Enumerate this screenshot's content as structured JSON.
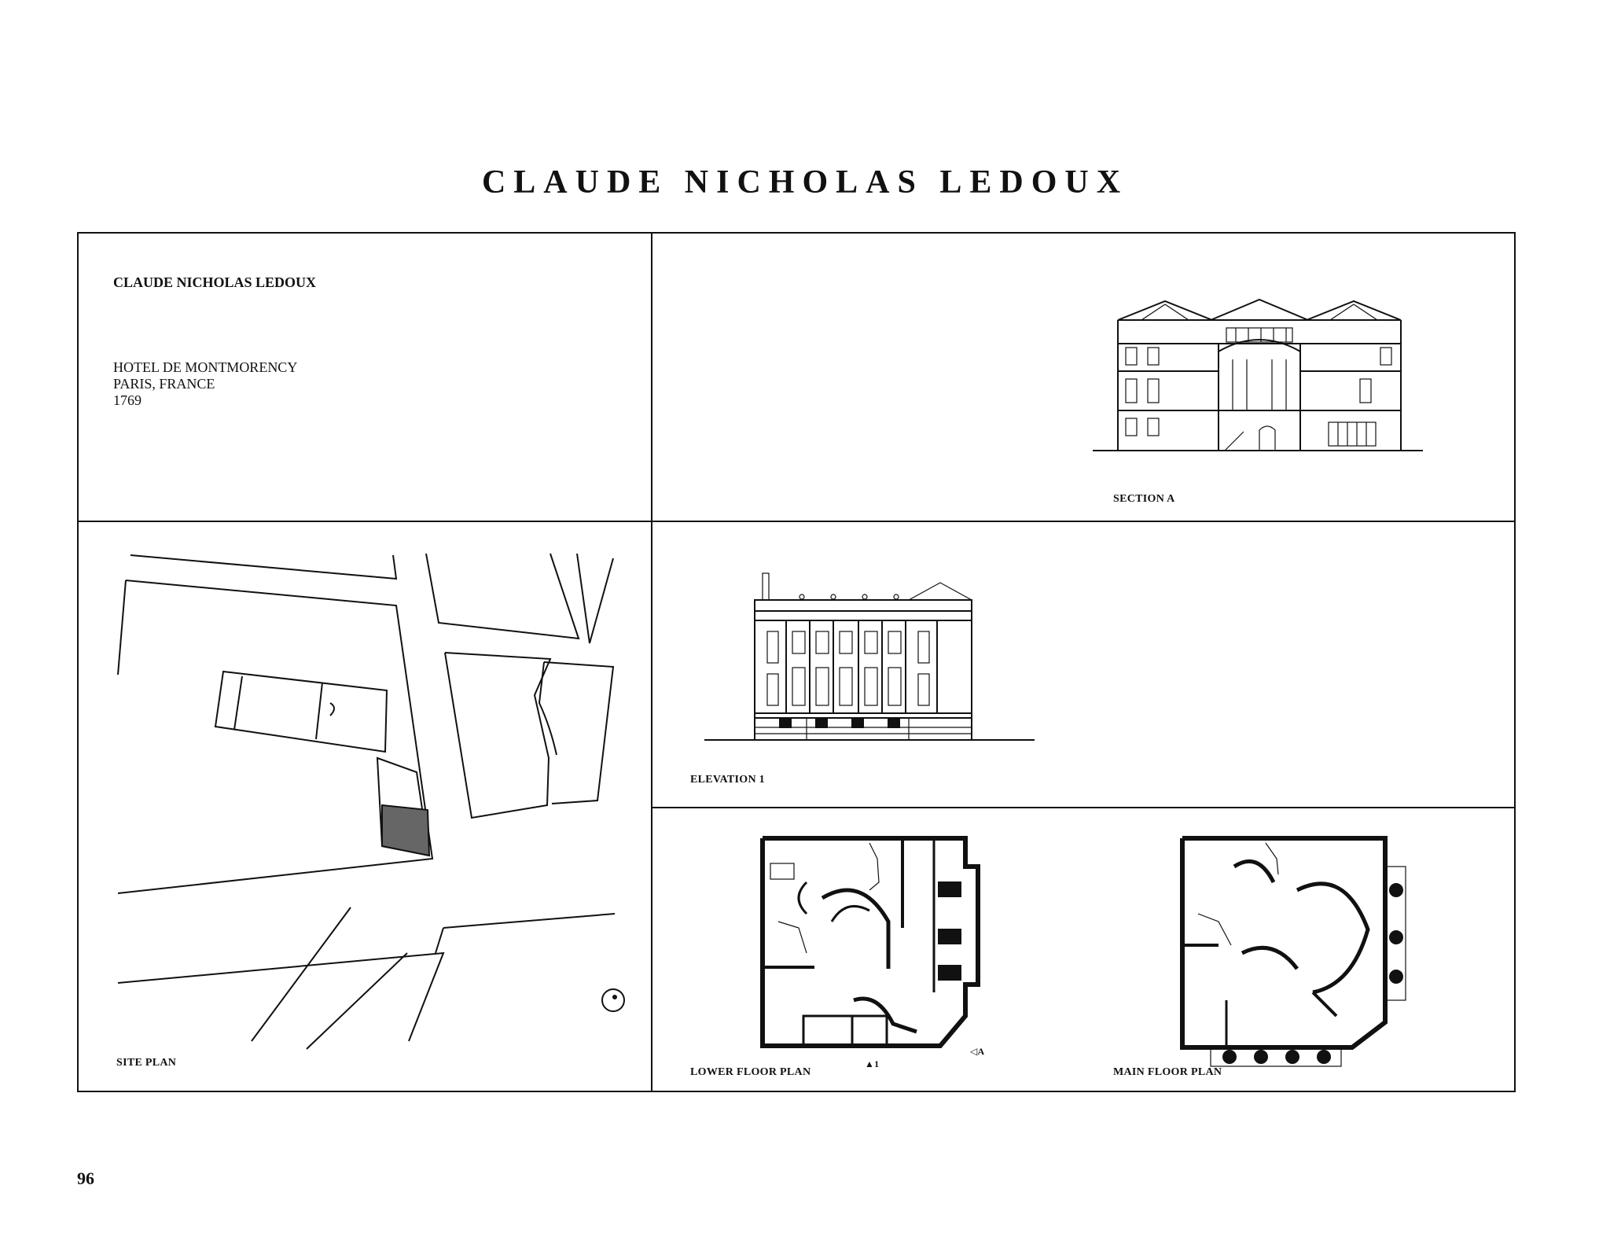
{
  "header": {
    "title": "CLAUDE NICHOLAS LEDOUX"
  },
  "info": {
    "architect": "CLAUDE NICHOLAS LEDOUX",
    "building": "HOTEL DE MONTMORENCY",
    "location": "PARIS, FRANCE",
    "year": "1769"
  },
  "captions": {
    "section": "SECTION A",
    "elevation": "ELEVATION 1",
    "site_plan": "SITE PLAN",
    "lower_floor_plan": "LOWER FLOOR PLAN",
    "main_floor_plan": "MAIN FLOOR PLAN"
  },
  "markers": {
    "lower_plan_marker": "▲1",
    "section_marker": "◁A"
  },
  "footer": {
    "page_number": "96"
  }
}
